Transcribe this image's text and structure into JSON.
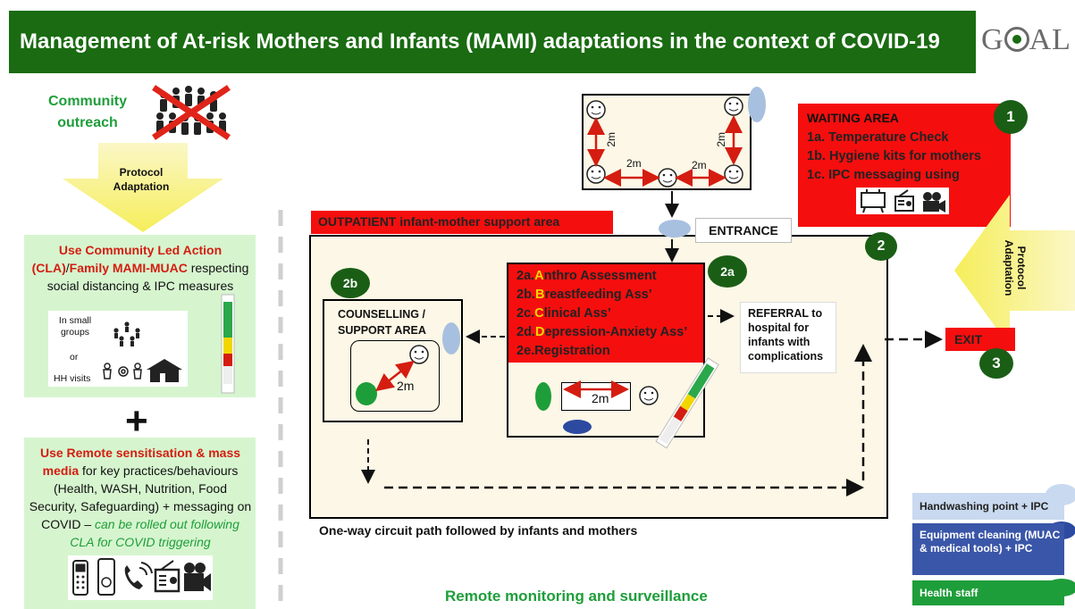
{
  "header": {
    "title": "Management of At-risk Mothers and Infants (MAMI) adaptations in the context of COVID-19",
    "logo": "GOAL"
  },
  "left": {
    "community_outreach": "Community outreach",
    "protocol_adaptation": "Protocol Adaptation",
    "cla": {
      "line_red_1": "Use Community Led Action (CLA)",
      "slash": "/",
      "line_red_2": "Family MAMI-MUAC",
      "line_rest": " respecting social distancing & IPC measures",
      "small_groups": "In small groups",
      "or": "or",
      "hh_visits": "HH visits"
    },
    "plus": "+",
    "remote": {
      "red": "Use Remote sensitisation & mass media",
      "rest": " for key practices/behaviours (Health, WASH, Nutrition, Food Security, Safeguarding) + messaging on COVID – ",
      "italic": "can be rolled out following CLA for COVID triggering"
    }
  },
  "seating": {
    "dist_left": "2m",
    "dist_right": "2m",
    "dist_bottom_left": "2m",
    "dist_bottom_right": "2m"
  },
  "waiting": {
    "title": "WAITING AREA",
    "items": [
      "1a. Temperature Check",
      "1b. Hygiene kits for mothers",
      "1c.  IPC messaging using"
    ],
    "step": "1"
  },
  "outpatient": {
    "label": "OUTPATIENT infant-mother support area",
    "entrance": "ENTRANCE",
    "step": "2"
  },
  "assessment": {
    "step": "2a",
    "items": [
      {
        "prefix": "2a.",
        "letter": "A",
        "rest": "nthro Assessment"
      },
      {
        "prefix": "2b.",
        "letter": "B",
        "rest": "reastfeeding Ass’"
      },
      {
        "prefix": "2c.",
        "letter": "C",
        "rest": "linical Ass’"
      },
      {
        "prefix": "2d.",
        "letter": "D",
        "rest": "epression-Anxiety Ass’"
      },
      {
        "prefix": "2e.",
        "letter": "",
        "rest": "Registration"
      }
    ],
    "distance": "2m"
  },
  "counselling": {
    "step": "2b",
    "title": "COUNSELLING / SUPPORT AREA",
    "distance": "2m"
  },
  "referral": "REFERRAL to hospital for infants with complications",
  "exit": {
    "label": "EXIT",
    "step": "3"
  },
  "protocol_right": "Protocol Adaptation",
  "oneway": "One-way circuit path followed by infants and mothers",
  "remote_monitoring": "Remote monitoring and surveillance",
  "legend": {
    "handwashing": "Handwashing point + IPC",
    "equipment": "Equipment cleaning (MUAC & medical tools) + IPC",
    "staff": "Health staff"
  },
  "colors": {
    "header_green": "#1a6b12",
    "red": "#f50e0e",
    "light_green": "#d6f5cf",
    "cream": "#fcf7e6",
    "yellow_arrow": "#f7f27a",
    "legend_blue": "#3a56a8",
    "legend_lightblue": "#c9d9ef",
    "staff_green": "#1e9e3a"
  }
}
